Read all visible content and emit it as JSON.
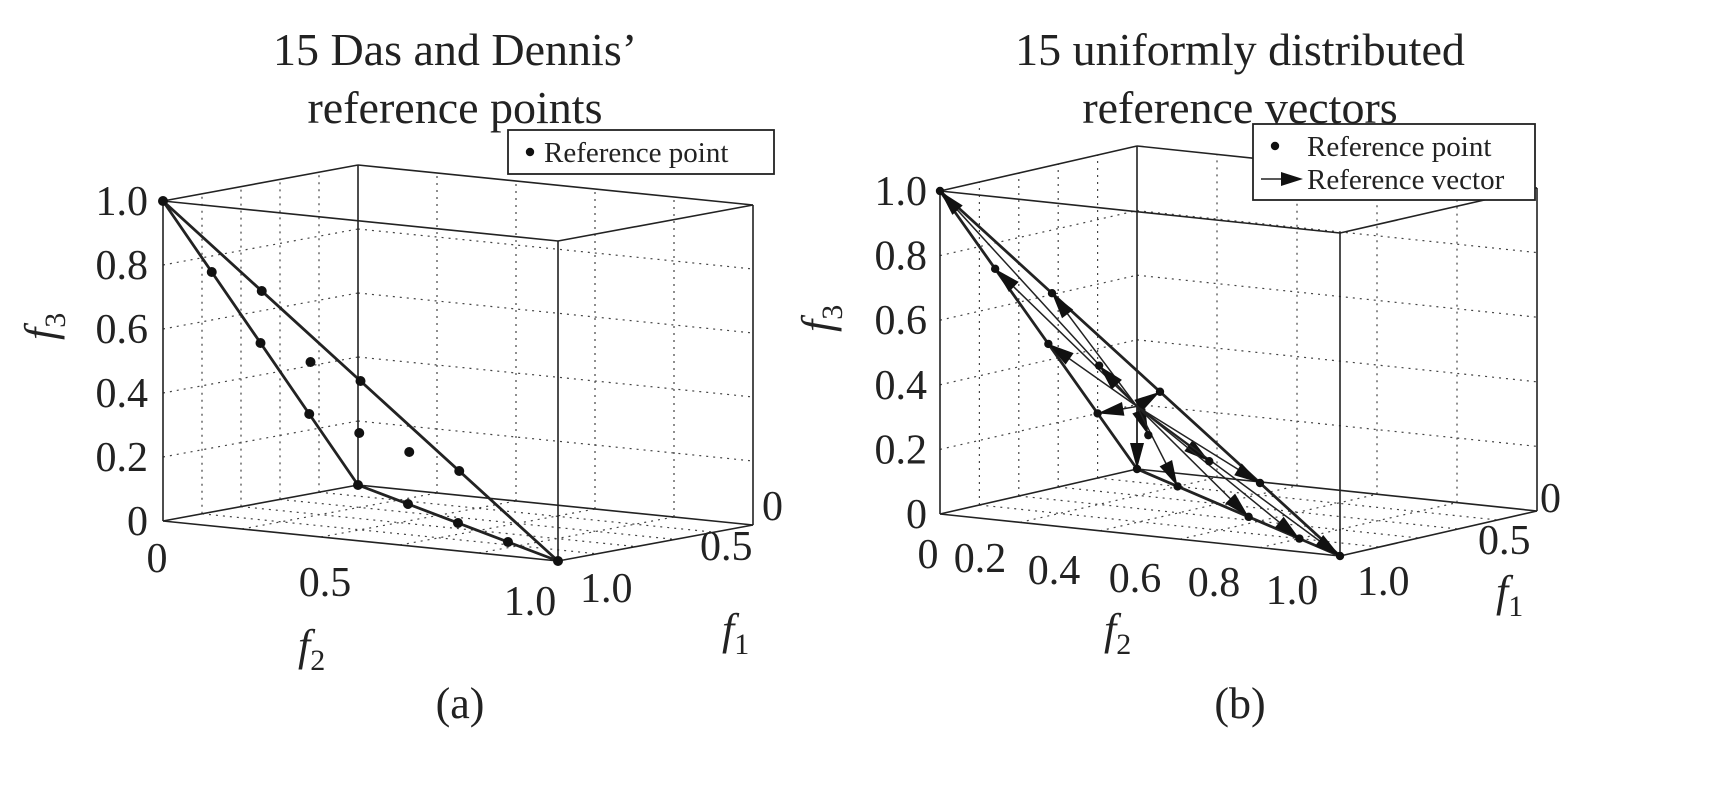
{
  "chart_data": [
    {
      "panel": "(a)",
      "type": "scatter",
      "title": [
        "15 Das and Dennis’",
        "reference points"
      ],
      "xlabel": "f",
      "xlabel_sub": "2",
      "ylabel": "f",
      "ylabel_sub": "1",
      "zlabel": "f",
      "zlabel_sub": "3",
      "f2_ticks": [
        "0",
        "0.5",
        "1.0"
      ],
      "f1_ticks": [
        "0",
        "0.5",
        "1.0"
      ],
      "f3_ticks": [
        "0",
        "0.2",
        "0.4",
        "0.6",
        "0.8",
        "1.0"
      ],
      "f1_range": [
        0,
        1
      ],
      "f2_range": [
        0,
        1
      ],
      "f3_range": [
        0,
        1
      ],
      "grid": true,
      "legend": {
        "position": "top-right",
        "entries": [
          "Reference point"
        ]
      },
      "points_f1_f2_f3": [
        [
          0,
          0,
          1
        ],
        [
          0.25,
          0,
          0.75
        ],
        [
          0.5,
          0,
          0.5
        ],
        [
          0.75,
          0,
          0.25
        ],
        [
          1,
          0,
          0
        ],
        [
          0,
          0.25,
          0.75
        ],
        [
          0.25,
          0.25,
          0.5
        ],
        [
          0.5,
          0.25,
          0.25
        ],
        [
          0.75,
          0.25,
          0
        ],
        [
          0,
          0.5,
          0.5
        ],
        [
          0.25,
          0.5,
          0.25
        ],
        [
          0.5,
          0.5,
          0
        ],
        [
          0,
          0.75,
          0.25
        ],
        [
          0.25,
          0.75,
          0
        ],
        [
          0,
          1,
          0
        ]
      ]
    },
    {
      "panel": "(b)",
      "type": "scatter",
      "title": [
        "15 uniformly distributed",
        "reference vectors"
      ],
      "xlabel": "f",
      "xlabel_sub": "2",
      "ylabel": "f",
      "ylabel_sub": "1",
      "zlabel": "f",
      "zlabel_sub": "3",
      "f2_ticks": [
        "0",
        "0.2",
        "0.4",
        "0.6",
        "0.8",
        "1.0"
      ],
      "f1_ticks": [
        "0",
        "0.5",
        "1.0"
      ],
      "f3_ticks": [
        "0",
        "0.2",
        "0.4",
        "0.6",
        "0.8",
        "1.0"
      ],
      "f1_range": [
        0,
        1
      ],
      "f2_range": [
        0,
        1
      ],
      "f3_range": [
        0,
        1
      ],
      "grid": true,
      "legend": {
        "position": "top-right",
        "entries": [
          "Reference point",
          "Reference vector"
        ]
      },
      "vector_origin_f1_f2_f3": [
        0.33,
        0.33,
        0.33
      ],
      "points_f1_f2_f3": [
        [
          0,
          0,
          1
        ],
        [
          0.28,
          0,
          0.72
        ],
        [
          0.55,
          0,
          0.45
        ],
        [
          0.8,
          0,
          0.2
        ],
        [
          1,
          0,
          0
        ],
        [
          0,
          0.28,
          0.72
        ],
        [
          0.3,
          0.25,
          0.45
        ],
        [
          0.55,
          0.25,
          0.2
        ],
        [
          0.8,
          0.2,
          0
        ],
        [
          0,
          0.55,
          0.45
        ],
        [
          0.25,
          0.55,
          0.2
        ],
        [
          0.45,
          0.55,
          0
        ],
        [
          0,
          0.8,
          0.2
        ],
        [
          0.2,
          0.8,
          0
        ],
        [
          0,
          1,
          0
        ]
      ]
    }
  ]
}
